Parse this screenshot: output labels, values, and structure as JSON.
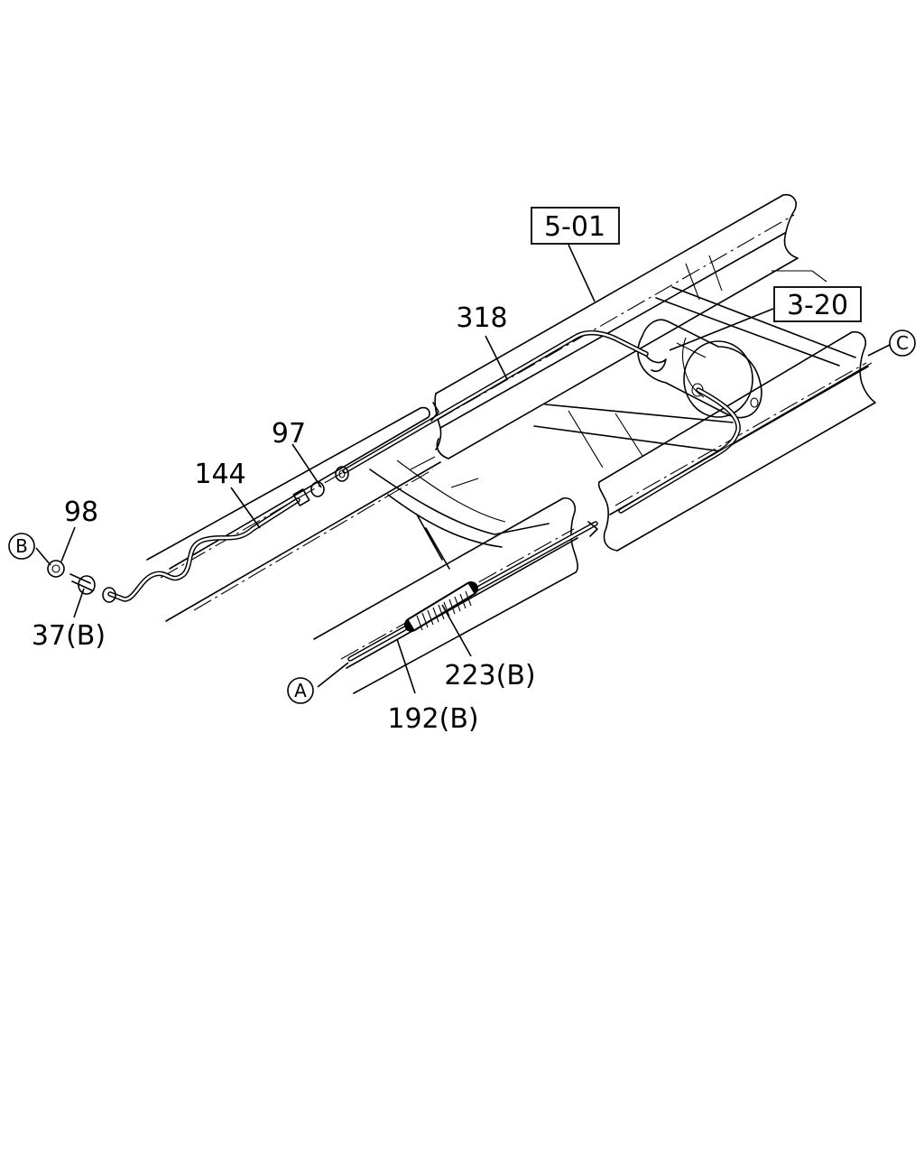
{
  "labels": {
    "ref_frame": "5-01",
    "ref_tank": "3-20",
    "pipe_upper": "318",
    "union": "97",
    "pipe_rear": "144",
    "nut": "98",
    "connector": "37(B)",
    "hose": "223(B)",
    "pipe_lower": "192(B)"
  },
  "callouts": {
    "a": "A",
    "b": "B",
    "c": "C"
  }
}
